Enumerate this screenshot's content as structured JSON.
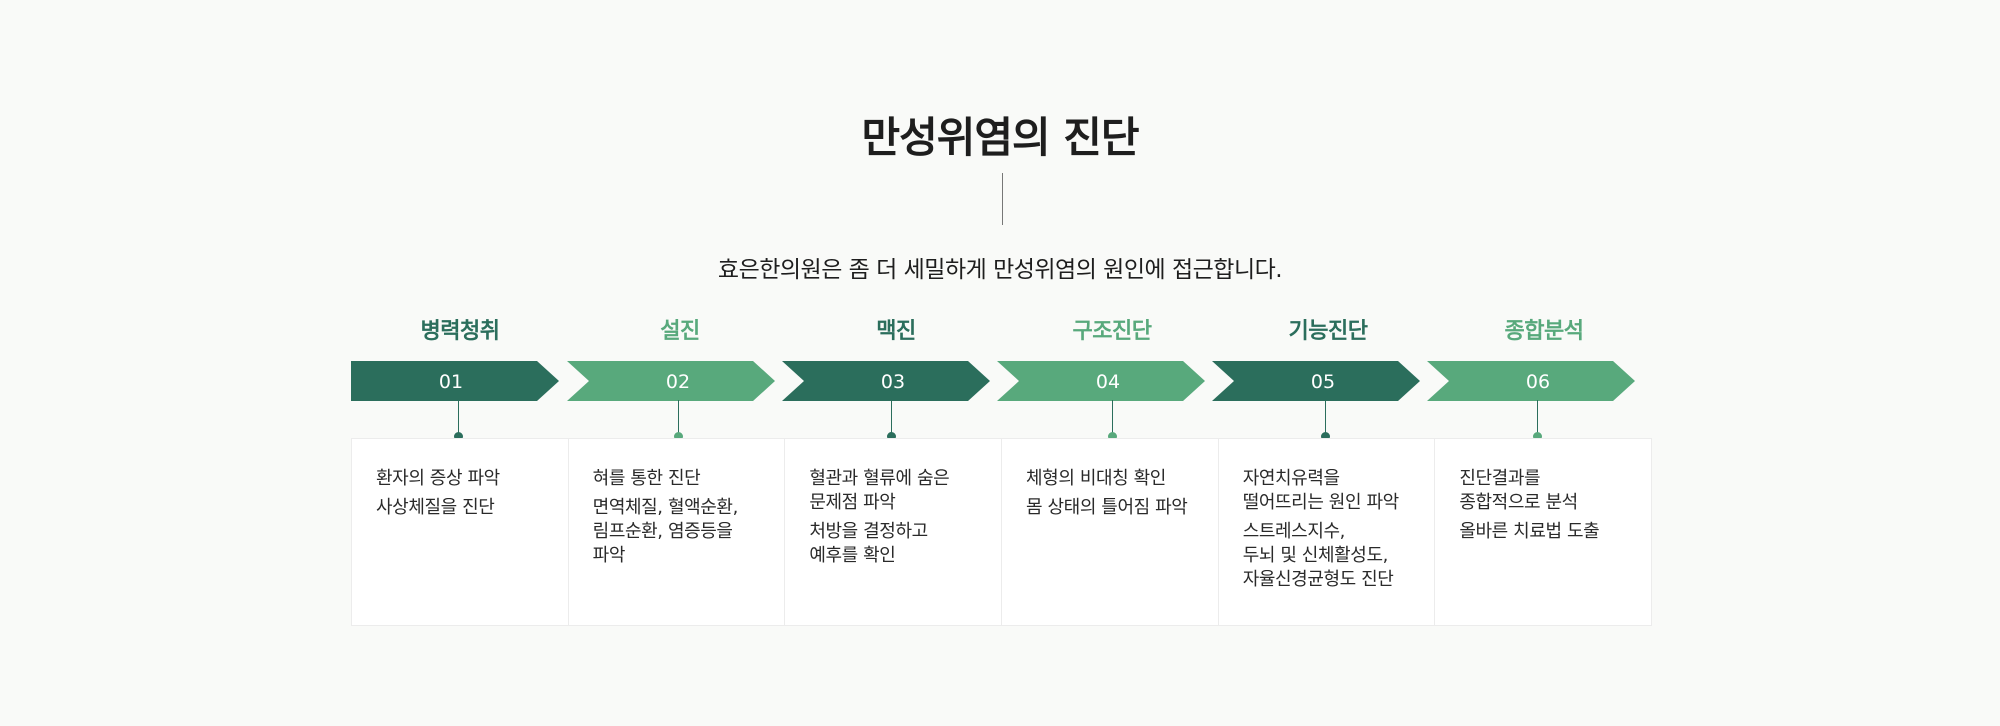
{
  "title": "만성위염의 진단",
  "subtitle": "효은한의원은 좀 더 세밀하게 만성위염의 원인에 접근합니다.",
  "colors": {
    "dark": "#2b6e5c",
    "light": "#58a97c"
  },
  "steps": [
    {
      "label": "병력청취",
      "number": "01",
      "lines": [
        "환자의 증상 파악",
        "사상체질을 진단"
      ]
    },
    {
      "label": "설진",
      "number": "02",
      "lines": [
        "혀를 통한 진단",
        "면역체질, 혈액순환,\n림프순환, 염증등을\n파악"
      ]
    },
    {
      "label": "맥진",
      "number": "03",
      "lines": [
        "혈관과 혈류에 숨은\n문제점 파악",
        "처방을 결정하고\n예후를 확인"
      ]
    },
    {
      "label": "구조진단",
      "number": "04",
      "lines": [
        "체형의 비대칭 확인",
        "몸 상태의 틀어짐 파악"
      ]
    },
    {
      "label": "기능진단",
      "number": "05",
      "lines": [
        "자연치유력을\n떨어뜨리는 원인 파악",
        "스트레스지수,\n두뇌 및 신체활성도,\n자율신경균형도 진단"
      ]
    },
    {
      "label": "종합분석",
      "number": "06",
      "lines": [
        "진단결과를\n종합적으로 분석",
        "올바른 치료법 도출"
      ]
    }
  ]
}
